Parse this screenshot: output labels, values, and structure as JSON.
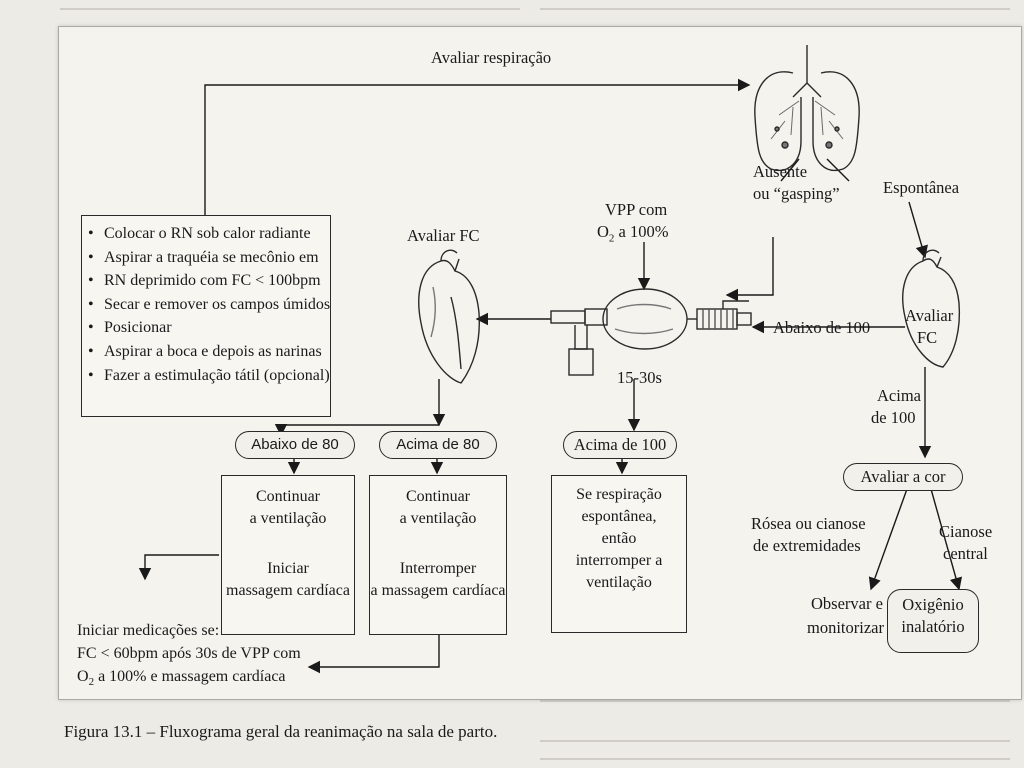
{
  "diagram": {
    "top_label": "Avaliar respiração",
    "initial_steps": [
      "Colocar o RN sob calor radiante",
      "Aspirar a traquéia se mecônio em",
      "RN deprimido com FC < 100bpm",
      "Secar e remover os campos úmidos",
      "Posicionar",
      "Aspirar a boca e depois as narinas",
      "Fazer a estimulação tátil (opcional)"
    ],
    "avaliar_fc_left": "Avaliar FC",
    "vpp_line1": "VPP com",
    "vpp_line2_pre": "O",
    "vpp_line2_sub": "2",
    "vpp_line2_post": " a 100%",
    "vpp_time": "15-30s",
    "ausente_line1": "Ausente",
    "ausente_line2": "ou “gasping”",
    "espontanea": "Espontânea",
    "abaixo_100": "Abaixo de 100",
    "avaliar_fc_right_line1": "Avaliar",
    "avaliar_fc_right_line2": "FC",
    "acima_100_line1": "Acima",
    "acima_100_line2": "de 100",
    "avaliar_cor": "Avaliar a cor",
    "rosea_line1": "Rósea ou cianose",
    "rosea_line2": "de extremidades",
    "cianose_line1": "Cianose",
    "cianose_line2": "central",
    "observar_line1": "Observar e",
    "observar_line2": "monitorizar",
    "oxigenio_line1": "Oxigênio",
    "oxigenio_line2": "inalatório",
    "pill_abaixo_80": "Abaixo de 80",
    "pill_acima_80": "Acima de 80",
    "pill_acima_100": "Acima de 100",
    "box1_top_line1": "Continuar",
    "box1_top_line2": "a ventilação",
    "box1_bot_line1": "Iniciar",
    "box1_bot_line2": "massagem cardíaca",
    "box2_top_line1": "Continuar",
    "box2_top_line2": "a ventilação",
    "box2_bot_line1": "Interromper",
    "box2_bot_line2": "a massagem cardíaca",
    "box3_line1": "Se respiração",
    "box3_line2": "espontânea,",
    "box3_line3": "então",
    "box3_line4": "interromper a",
    "box3_line5": "ventilação",
    "med_line1": "Iniciar medicações se:",
    "med_line2": "FC < 60bpm após 30s de VPP com",
    "med_line3_pre": "O",
    "med_line3_sub": "2",
    "med_line3_post": " a 100% e massagem cardíaca"
  },
  "caption": "Figura 13.1 – Fluxograma geral da reanimação na sala de parto.",
  "colors": {
    "paper": "#ecebe6",
    "ink": "#1a1a1a",
    "pill_fill": "#f1f0ea"
  },
  "icons": [
    "lungs-icon",
    "heart-icon",
    "heart-icon",
    "bag-valve-mask-icon"
  ]
}
